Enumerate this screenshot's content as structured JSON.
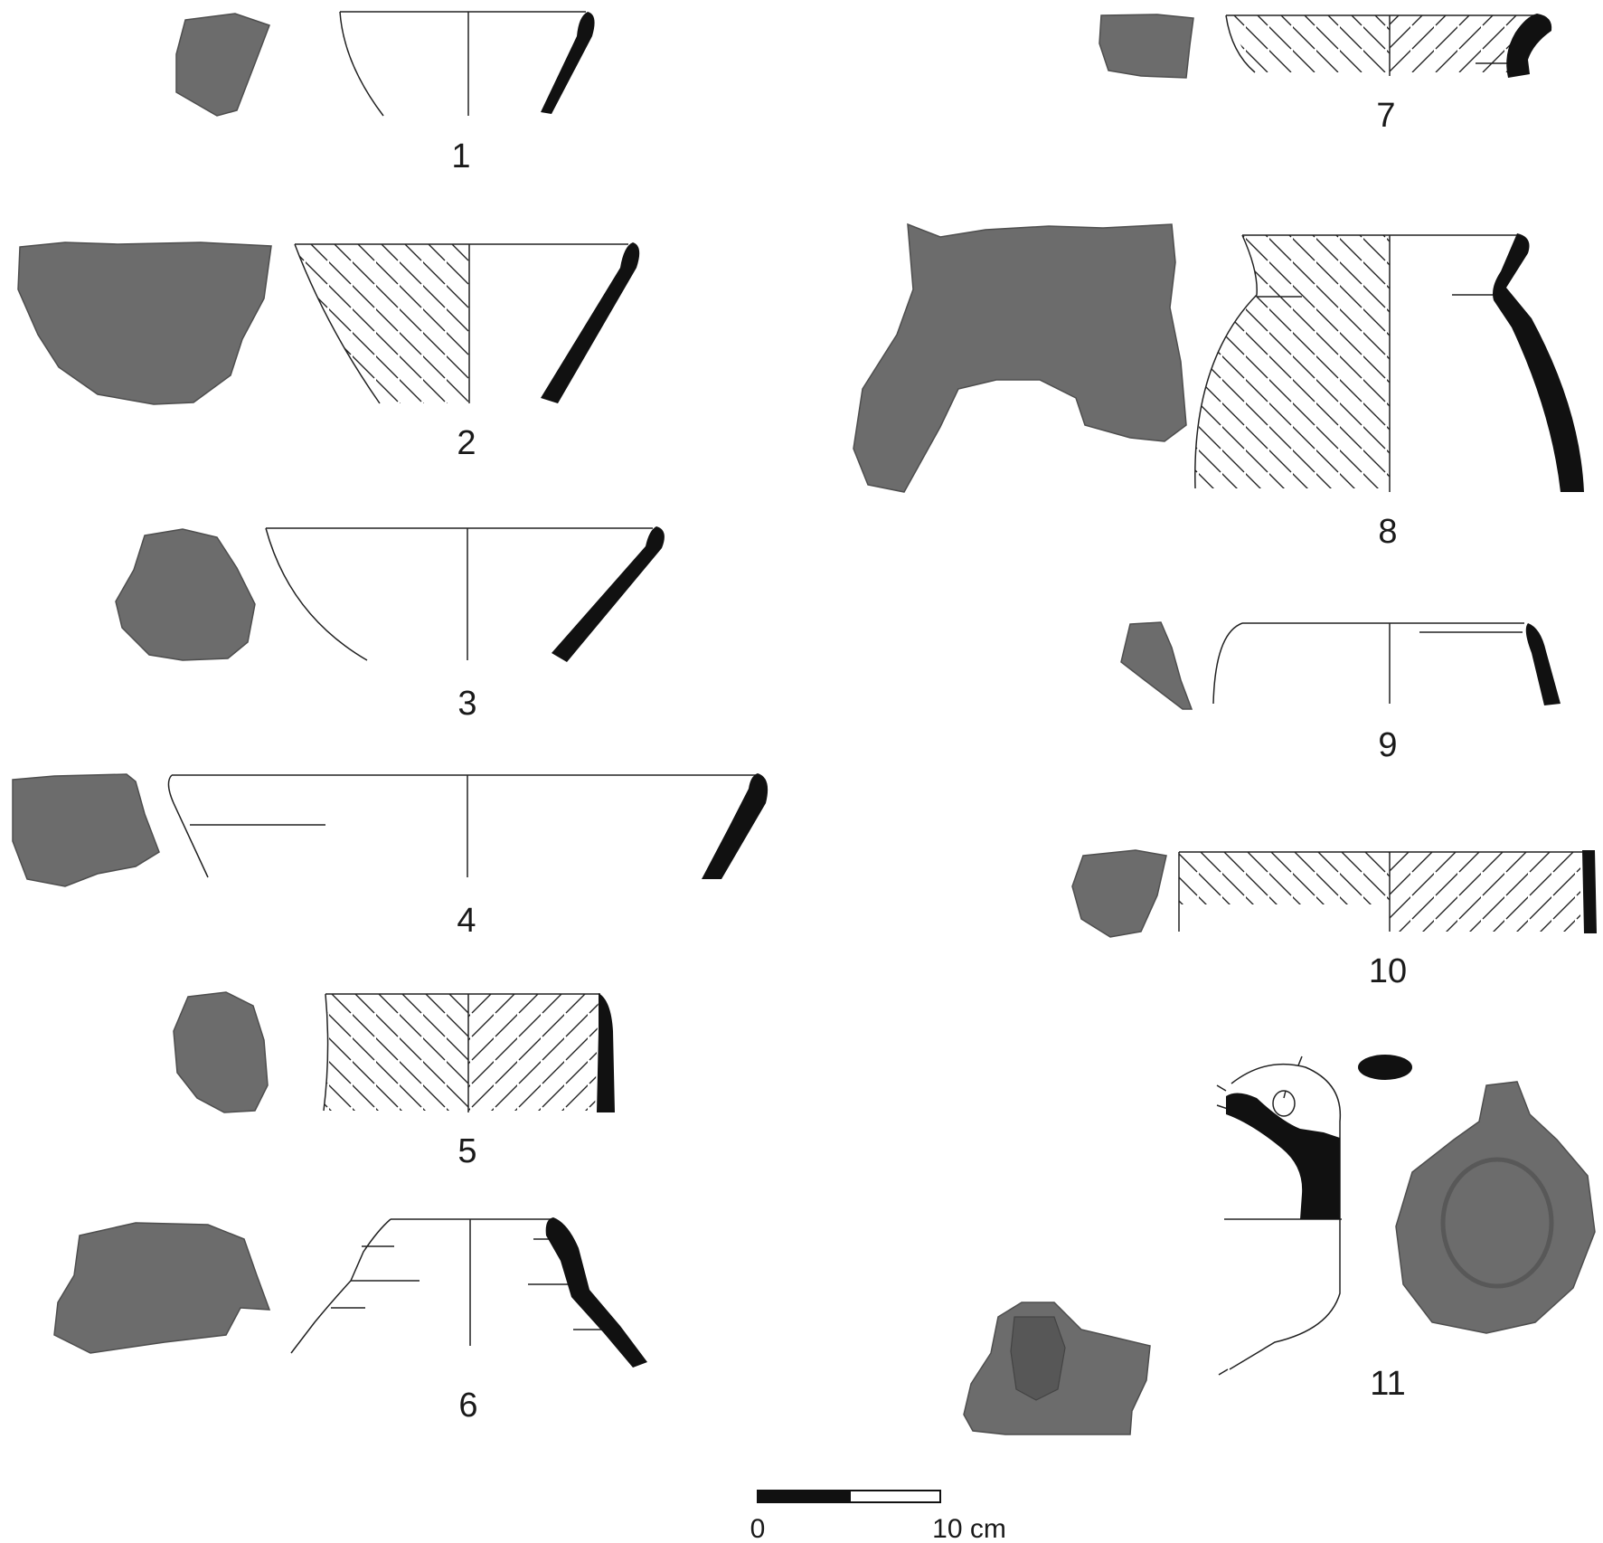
{
  "figure": {
    "labels": [
      "1",
      "2",
      "3",
      "4",
      "5",
      "6",
      "7",
      "8",
      "9",
      "10",
      "11"
    ],
    "scale_bar": {
      "start_label": "0",
      "end_label": "10 cm"
    },
    "colors": {
      "sherd_fill": "#6c6c6c",
      "section_fill": "#111111",
      "line": "#222222"
    }
  }
}
